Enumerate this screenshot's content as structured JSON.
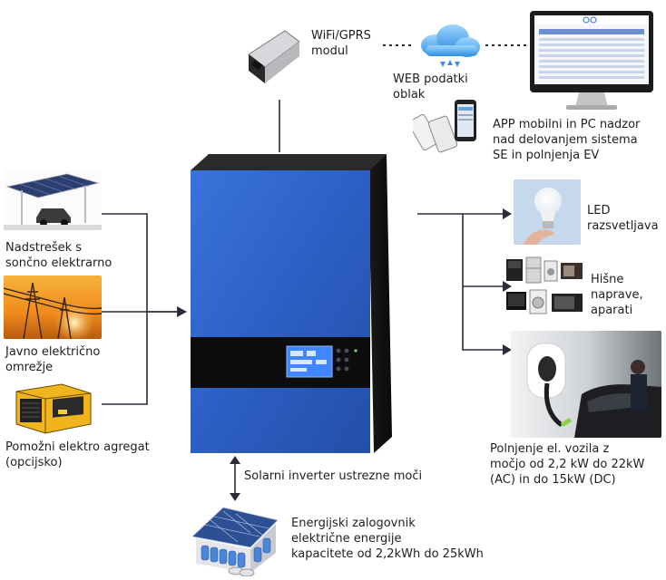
{
  "labels": {
    "wifi": [
      "WiFi/GPRS",
      "modul"
    ],
    "cloud": [
      "WEB podatki",
      "oblak"
    ],
    "app": [
      "APP mobilni in PC nadzor",
      "nad delovanjem sistema",
      "SE in polnjenja EV"
    ],
    "solar_roof": [
      "Nadstrešek s",
      "sončno elektrarno"
    ],
    "grid": [
      "Javno električno",
      "omrežje"
    ],
    "generator": [
      "Pomožni elektro agregat",
      "(opcijsko)"
    ],
    "led": [
      "LED",
      "razsvetljava"
    ],
    "appliances": [
      "Hišne",
      "naprave,",
      "aparati"
    ],
    "ev": [
      "Polnjenje el. vozila z",
      "močjo od 2,2 kW do 22kW",
      "(AC) in do 15kW (DC)"
    ],
    "inverter": "Solarni inverter ustrezne moči",
    "battery": [
      "Energijski zalogovnik",
      "električne energije",
      "kapacitete od 2,2kWh do 25kWh"
    ]
  },
  "icons": {
    "wifi_module": "wifi-module-icon",
    "cloud": "cloud-icon",
    "monitor": "monitor-icon",
    "phones": "phone-icon",
    "solar_carport": "solar-carport-icon",
    "power_grid": "power-grid-icon",
    "generator": "generator-icon",
    "led_bulb": "led-bulb-icon",
    "appliances": "appliances-icon",
    "ev_charger": "ev-charger-icon",
    "inverter": "inverter-icon",
    "battery_house": "battery-house-icon"
  },
  "colors": {
    "inverter_blue": "#2f63c8",
    "inverter_dark": "#101010",
    "lines": "#2a2a3a",
    "screen": "#3f86ff"
  }
}
